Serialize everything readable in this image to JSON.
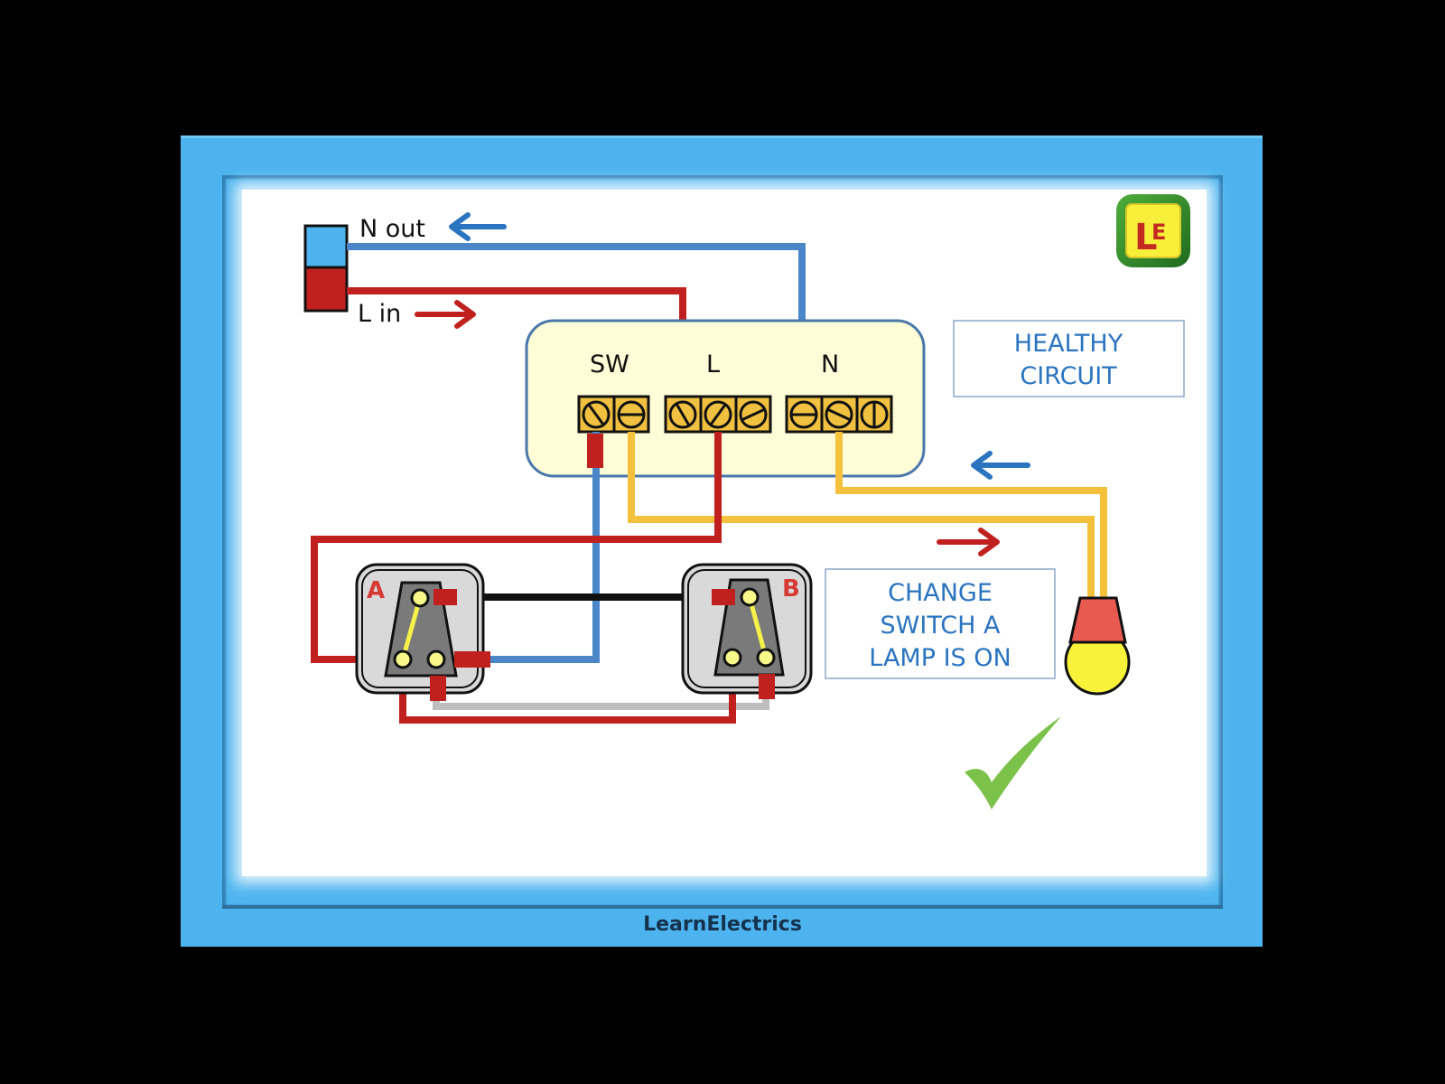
{
  "brand": {
    "footer_text": "LearnElectrics",
    "logo_text_l": "L",
    "logo_text_e": "E"
  },
  "labels": {
    "n_out": "N out",
    "l_in": "L in",
    "terminal_sw": "SW",
    "terminal_l": "L",
    "terminal_n": "N",
    "switch_a": "A",
    "switch_b": "B"
  },
  "status_box": {
    "line1": "HEALTHY",
    "line2": "CIRCUIT"
  },
  "instruction_box": {
    "line1": "CHANGE",
    "line2": "SWITCH A",
    "line3": "LAMP IS ON"
  },
  "indicators": {
    "check_mark": "check-icon",
    "lamp_state": "on"
  },
  "colors": {
    "frame": "#4db3ee",
    "live": "#c0211e",
    "neutral": "#4a86c8",
    "switched": "#f4c13c",
    "text_blue": "#2a74c0",
    "check": "#7cc24a"
  }
}
